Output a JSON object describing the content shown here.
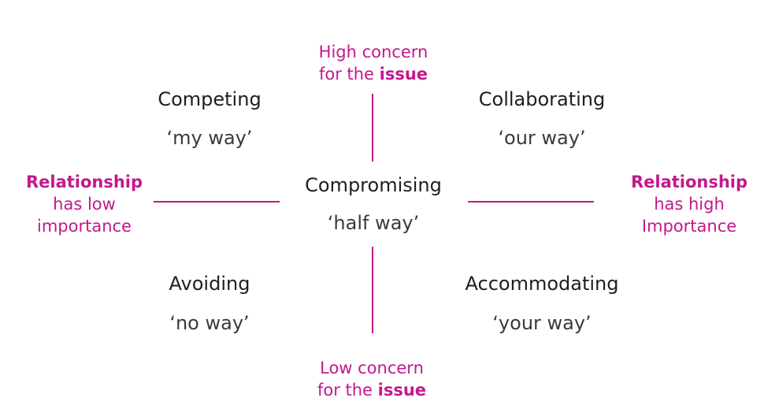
{
  "colors": {
    "accent": "#c2198b",
    "text": "#1e1e1e",
    "background": "#ffffff"
  },
  "top_label": {
    "line1": "High concern",
    "line2_prefix": "for the ",
    "line2_bold": "issue"
  },
  "bottom_label": {
    "line1": "Low concern",
    "line2_prefix": "for the ",
    "line2_bold": "issue"
  },
  "left_label": {
    "line1_bold": "Relationship",
    "line2": "has low",
    "line3": "importance"
  },
  "right_label": {
    "line1_bold": "Relationship",
    "line2": "has high",
    "line3": "Importance"
  },
  "styles": {
    "competing": {
      "name": "Competing",
      "phrase": "‘my way’"
    },
    "collaborating": {
      "name": "Collaborating",
      "phrase": "‘our way’"
    },
    "compromising": {
      "name": "Compromising",
      "phrase": "‘half way’"
    },
    "avoiding": {
      "name": "Avoiding",
      "phrase": "‘no way’"
    },
    "accommodating": {
      "name": "Accommodating",
      "phrase": "‘your way’"
    }
  }
}
